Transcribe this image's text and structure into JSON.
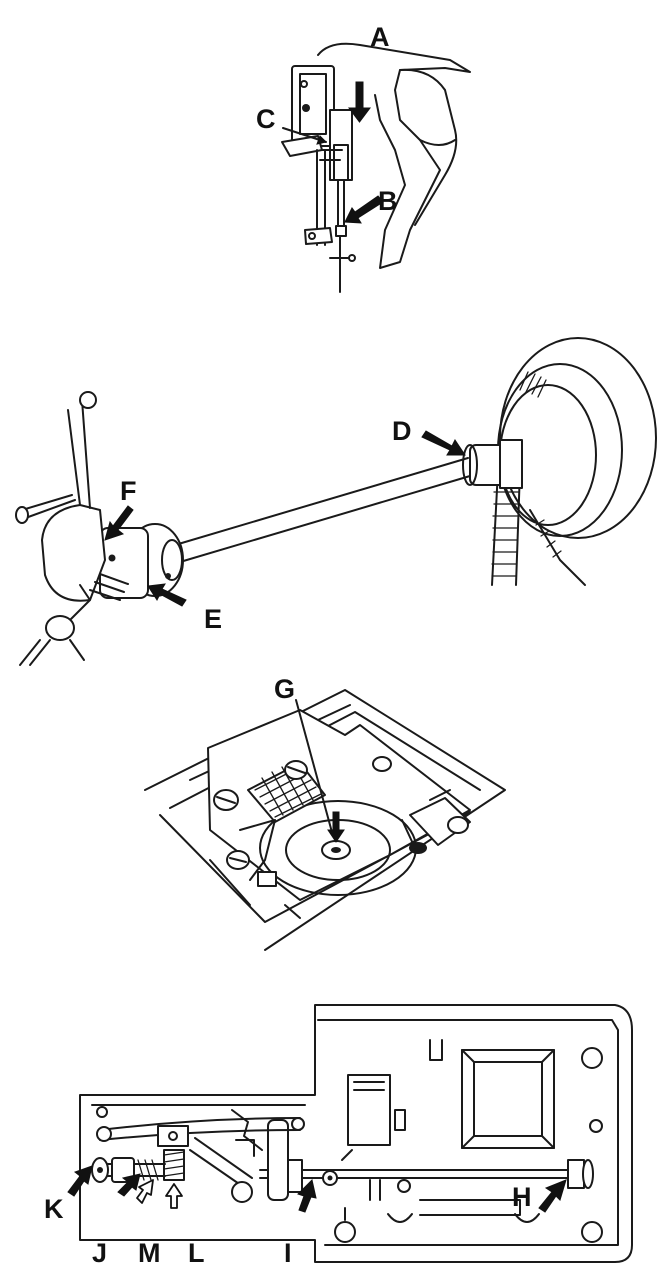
{
  "figures": [
    {
      "id": "presser-foot-needle-bar",
      "labels": [
        "A",
        "B",
        "C"
      ]
    },
    {
      "id": "main-shaft-pulley",
      "labels": [
        "D",
        "E",
        "F"
      ]
    },
    {
      "id": "needle-plate-hook",
      "labels": [
        "G"
      ]
    },
    {
      "id": "base-underside",
      "labels": [
        "H",
        "I",
        "J",
        "K",
        "L",
        "M"
      ]
    }
  ],
  "labels": {
    "A": "A",
    "B": "B",
    "C": "C",
    "D": "D",
    "E": "E",
    "F": "F",
    "G": "G",
    "H": "H",
    "I": "I",
    "J": "J",
    "K": "K",
    "L": "L",
    "M": "M"
  },
  "colors": {
    "ink": "#1a1a1a",
    "paper": "#ffffff"
  }
}
